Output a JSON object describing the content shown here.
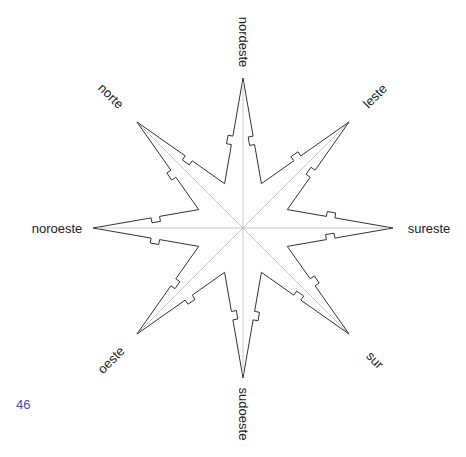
{
  "diagram": {
    "labels": [
      "nordeste",
      "norte",
      "leste",
      "noroeste",
      "sureste",
      "oeste",
      "sur",
      "sudoeste",
      "46"
    ]
  }
}
